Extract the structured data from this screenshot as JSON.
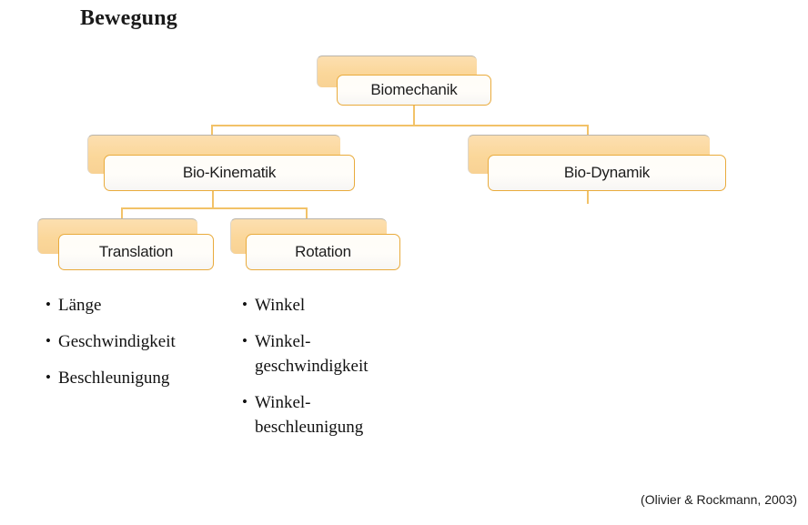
{
  "slide": {
    "title": "Bewegung",
    "citation": "(Olivier & Rockmann, 2003)",
    "background_color": "#ffffff"
  },
  "theme": {
    "shadow_fill": "#fbd79a",
    "card_border": "#e9ab3c",
    "card_fill": "#fffdf8",
    "connector_color": "#f2c268",
    "text_color": "#1c1c1c"
  },
  "diagram": {
    "type": "org-chart",
    "nodes": [
      {
        "id": "biomechanik",
        "label": "Biomechanik",
        "level": 0
      },
      {
        "id": "bio-kinematik",
        "label": "Bio-Kinematik",
        "level": 1
      },
      {
        "id": "bio-dynamik",
        "label": "Bio-Dynamik",
        "level": 1
      },
      {
        "id": "translation",
        "label": "Translation",
        "level": 2
      },
      {
        "id": "rotation",
        "label": "Rotation",
        "level": 2
      }
    ],
    "edges": [
      {
        "from": "biomechanik",
        "to": "bio-kinematik"
      },
      {
        "from": "biomechanik",
        "to": "bio-dynamik"
      },
      {
        "from": "bio-kinematik",
        "to": "translation"
      },
      {
        "from": "bio-kinematik",
        "to": "rotation"
      }
    ]
  },
  "lists": {
    "translation": {
      "parent": "Translation",
      "items": [
        "Länge",
        "Geschwindigkeit",
        "Beschleunigung"
      ],
      "bullet_glyph": "•"
    },
    "rotation": {
      "parent": "Rotation",
      "items": [
        "Winkel",
        "Winkel-geschwindigkeit",
        "Winkel-beschleunigung"
      ],
      "items_wrapped": [
        [
          "Winkel"
        ],
        [
          "Winkel-",
          "geschwindigkeit"
        ],
        [
          "Winkel-",
          "beschleunigung"
        ]
      ],
      "bullet_glyph": "•"
    }
  }
}
